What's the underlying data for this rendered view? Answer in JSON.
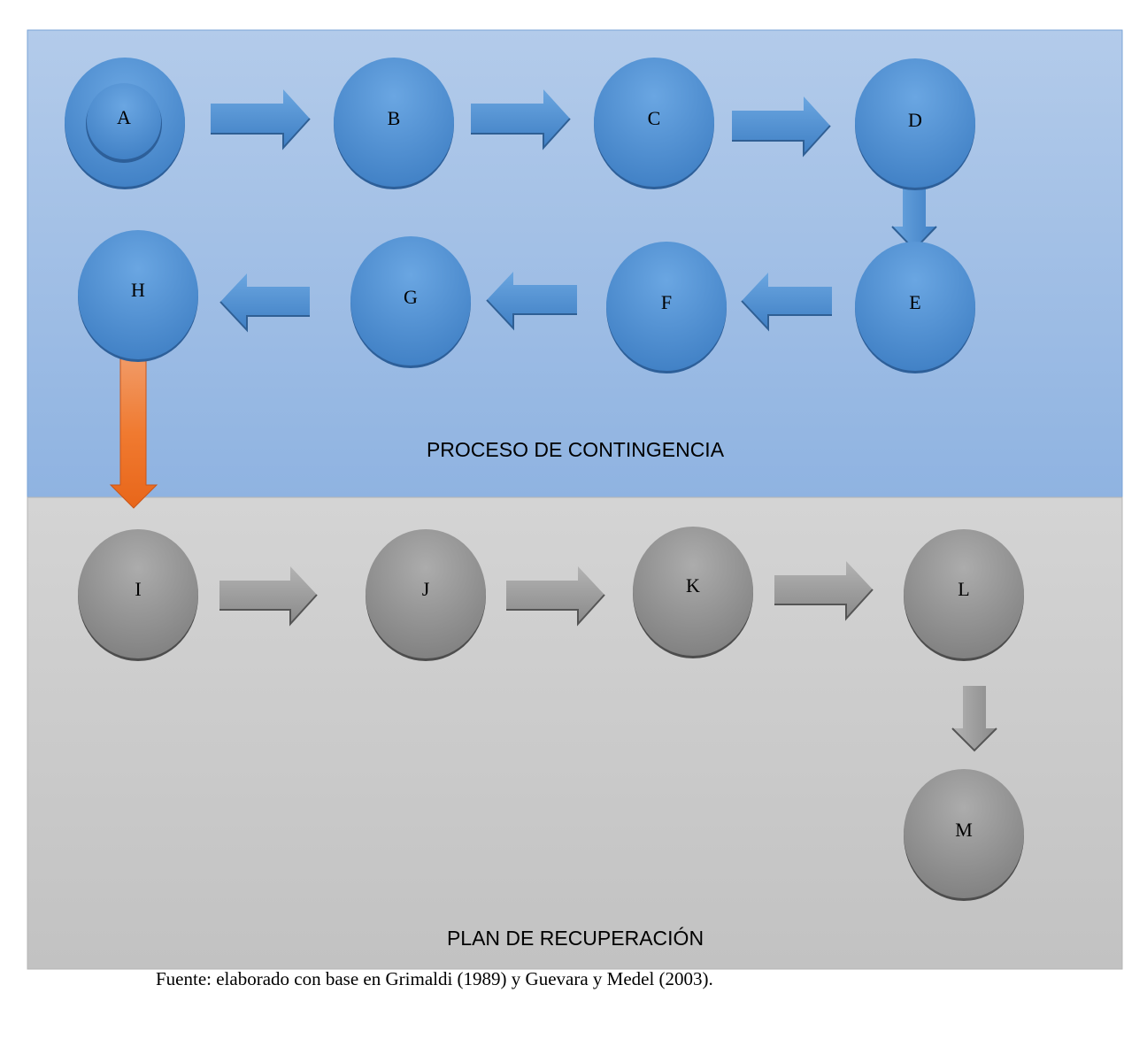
{
  "sections": {
    "contingency": {
      "label": "PROCESO DE CONTINGENCIA",
      "color": "#a9c4e6",
      "nodes": [
        "A",
        "B",
        "C",
        "D",
        "E",
        "F",
        "G",
        "H"
      ]
    },
    "recovery": {
      "label": "PLAN DE RECUPERACIÓN",
      "color": "#cdcdcd",
      "nodes": [
        "I",
        "J",
        "K",
        "L",
        "M"
      ]
    }
  },
  "flow": [
    [
      "A",
      "B"
    ],
    [
      "B",
      "C"
    ],
    [
      "C",
      "D"
    ],
    [
      "D",
      "E"
    ],
    [
      "E",
      "F"
    ],
    [
      "F",
      "G"
    ],
    [
      "G",
      "H"
    ],
    [
      "H",
      "I"
    ],
    [
      "I",
      "J"
    ],
    [
      "J",
      "K"
    ],
    [
      "K",
      "L"
    ],
    [
      "L",
      "M"
    ]
  ],
  "colors": {
    "node_blue": "#4a8fd4",
    "node_gray": "#8f8f8f",
    "arrow_blue": "#4f8fd0",
    "arrow_gray": "#9a9a9a",
    "arrow_transition": "#f07427"
  },
  "source": "Fuente: elaborado con base en Grimaldi (1989) y Guevara y Medel  (2003)."
}
